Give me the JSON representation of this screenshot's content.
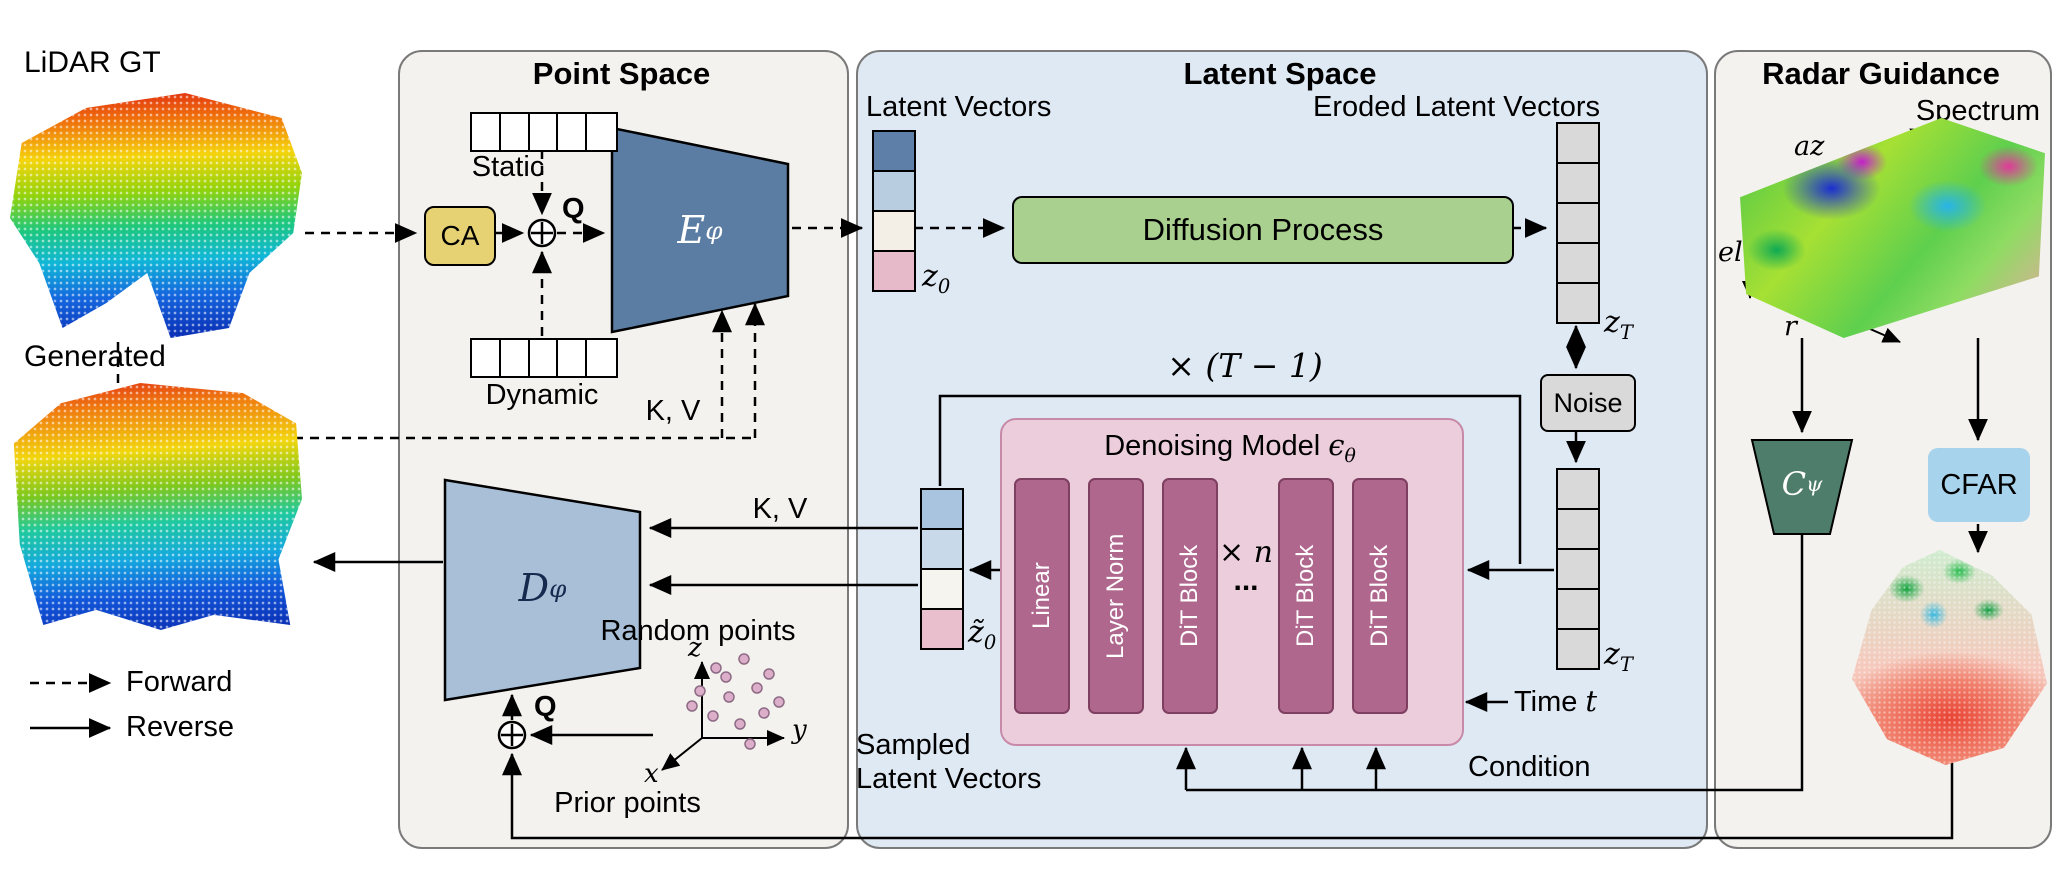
{
  "left": {
    "lidar_gt_label": "LiDAR GT",
    "generated_label": "Generated"
  },
  "legend": {
    "forward": "Forward",
    "reverse": "Reverse"
  },
  "point_space": {
    "title": "Point Space",
    "static_label": "Static",
    "dynamic_label": "Dynamic",
    "ca_label": "CA",
    "q_top": "Q",
    "q_bottom": "Q",
    "kv_encoder": "K, V",
    "kv_decoder": "K, V",
    "encoder": {
      "letter": "E",
      "sub": "φ"
    },
    "decoder": {
      "letter": "D",
      "sub": "φ"
    },
    "random_points_label": "Random points",
    "prior_points_label": "Prior points",
    "axes": {
      "x": "x",
      "y": "y",
      "z": "z"
    }
  },
  "latent_space": {
    "title": "Latent Space",
    "latent_vectors_label": "Latent Vectors",
    "eroded_label": "Eroded Latent Vectors",
    "sampled_line1": "Sampled",
    "sampled_line2": "Latent Vectors",
    "diffusion_label": "Diffusion Process",
    "noise_label": "Noise",
    "loop_label": "× (T − 1)",
    "z0": {
      "base": "z",
      "sub": "0"
    },
    "zT_top": {
      "base": "z",
      "sub": "T"
    },
    "zT_bottom": {
      "base": "z",
      "sub": "T"
    },
    "z0_tilde": {
      "base": "z̃",
      "sub": "0"
    },
    "denoiser": {
      "title_text": "Denoising Model",
      "eps": "ϵ",
      "eps_sub": "θ",
      "blocks": [
        "Linear",
        "Layer Norm",
        "DiT Block",
        "DiT Block",
        "DiT Block"
      ],
      "xn_label": "× n",
      "dots": "..."
    },
    "time": {
      "word": "Time",
      "var": "t"
    },
    "condition_label": "Condition"
  },
  "radar": {
    "title": "Radar Guidance",
    "spectrum_label": "Spectrum",
    "axes": {
      "az": "az",
      "el": "el",
      "r": "r"
    },
    "encoder": {
      "letter": "C",
      "sub": "ψ"
    },
    "cfar_label": "CFAR"
  },
  "colors": {
    "panel_point": "#f3f2ee",
    "panel_latent": "#dfe9f4",
    "panel_radar": "#f3f2ee",
    "ca": "#e6d273",
    "encoder": "#5b7da3",
    "decoder": "#a9bfd8",
    "diffusion": "#a9d08e",
    "noise": "#d9d9d9",
    "model_bg": "#eccddc",
    "block": "#b0678e",
    "cpsi": "#4f7d6b",
    "cfar": "#a8d3ec",
    "eroded_cell": "#d9d9d9",
    "latent_cells": [
      "#5d7fa8",
      "#b9cde1",
      "#f3efe7",
      "#e6bac9"
    ],
    "sampled_cells": [
      "#a9c4de",
      "#c8d9ea",
      "#f6f4ef",
      "#eabfcd"
    ]
  }
}
